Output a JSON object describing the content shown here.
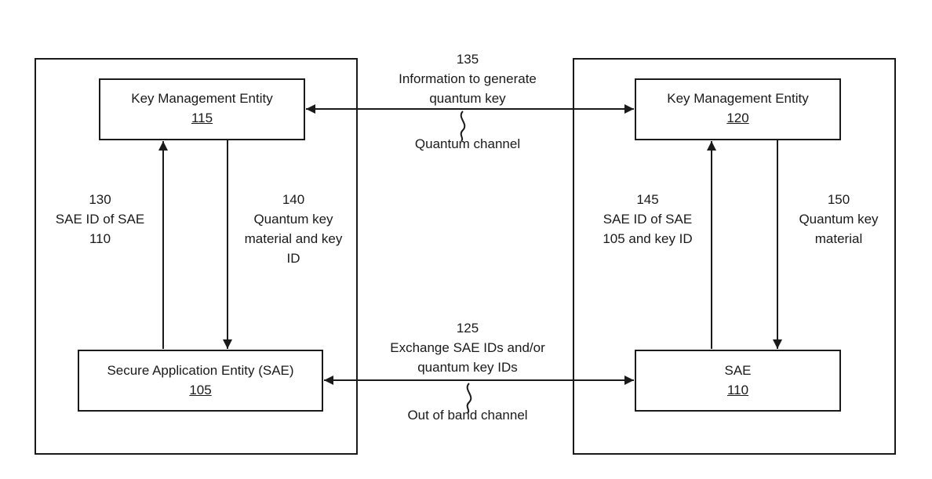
{
  "left_kme": {
    "title": "Key Management Entity",
    "ref": "115"
  },
  "right_kme": {
    "title": "Key Management Entity",
    "ref": "120"
  },
  "left_sae": {
    "title": "Secure Application Entity (SAE)",
    "ref": "105"
  },
  "right_sae": {
    "title": "SAE",
    "ref": "110"
  },
  "quantum_link": {
    "number": "135",
    "line1": "Information to generate",
    "line2": "quantum key",
    "channel": "Quantum channel"
  },
  "oob_link": {
    "number": "125",
    "line1": "Exchange SAE IDs and/or",
    "line2": "quantum key IDs",
    "channel": "Out of band channel"
  },
  "arrow_130": {
    "number": "130",
    "line1": "SAE ID of SAE",
    "line2": "110"
  },
  "arrow_140": {
    "number": "140",
    "line1": "Quantum key",
    "line2": "material and key",
    "line3": "ID"
  },
  "arrow_145": {
    "number": "145",
    "line1": "SAE ID of SAE",
    "line2": "105 and key ID"
  },
  "arrow_150": {
    "number": "150",
    "line1": "Quantum key",
    "line2": "material"
  }
}
